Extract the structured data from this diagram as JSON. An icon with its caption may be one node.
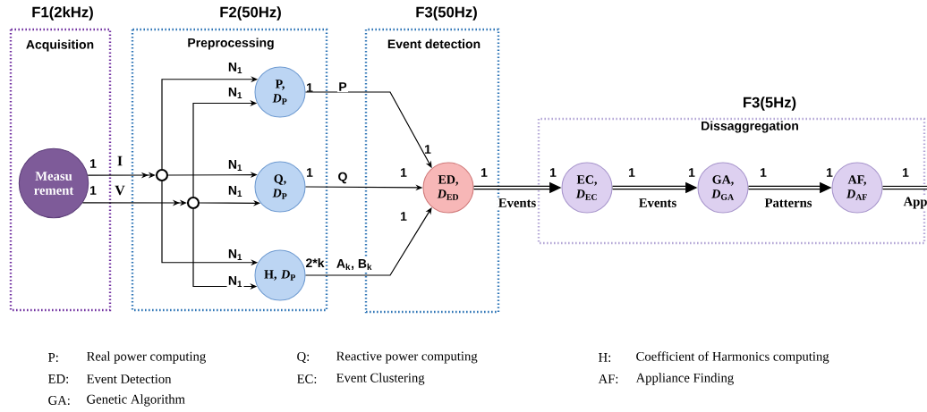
{
  "diagram": {
    "nodes": [
      {
        "text": [
          "F1(2kHz)",
          "Acquisition"
        ]
      },
      {
        "text": [
          "F2(50Hz)",
          "Preprocessing"
        ]
      },
      {
        "text": [
          "F3(50Hz)",
          "Event detection"
        ]
      },
      {
        "text": [
          "F3(5Hz)",
          "Dissaggregation"
        ]
      },
      {
        "text": [
          "Measu rement"
        ],
        "in": 0
      },
      {
        "text": [],
        "shape": "circle",
        "in": 1
      },
      {
        "text": [],
        "shape": "circle",
        "in": 1
      },
      {
        "text": [
          "P,",
          "*D*$_{P}$"
        ],
        "in": 1
      },
      {
        "text": [
          "Q,",
          "*D*$_{P}$"
        ],
        "in": 1
      },
      {
        "text": [
          "H, *D*$_{P}$"
        ],
        "in": 1
      },
      {
        "text": [
          "ED,",
          "*D*$_{ED}$"
        ],
        "in": 2
      },
      {
        "text": [
          "EC,",
          "*D*$_{EC}$"
        ],
        "in": 3
      },
      {
        "text": [
          "GA,",
          "*D*$_{GA}$"
        ],
        "in": 3
      },
      {
        "text": [
          "AF,",
          "*D*$_{AF}$"
        ],
        "in": 3
      }
    ],
    "edges": [
      {
        "from": 4,
        "to": 5,
        "arrow": "to",
        "label": "I"
      },
      {
        "from": 4,
        "to": 6,
        "arrow": "to",
        "label": "V"
      },
      {
        "from": 5,
        "to": 7,
        "arrow": "to",
        "label": "N$_{1}$"
      },
      {
        "from": 6,
        "to": 7,
        "arrow": "to",
        "label": "N$_{1}$"
      },
      {
        "from": 5,
        "to": 8,
        "arrow": "to",
        "label": "N$_{1}$"
      },
      {
        "from": 6,
        "to": 8,
        "arrow": "to",
        "label": "N$_{1}$"
      },
      {
        "from": 5,
        "to": 9,
        "arrow": "to",
        "label": "N$_{1}$"
      },
      {
        "from": 6,
        "to": 9,
        "arrow": "to",
        "label": "N$_{1}$"
      },
      {
        "from": 7,
        "to": 10,
        "arrow": "to",
        "label": "P"
      },
      {
        "from": 8,
        "to": 10,
        "arrow": "to",
        "label": "Q"
      },
      {
        "from": 9,
        "to": 10,
        "arrow": "to",
        "label": "A$_{k}$, B$_{k}$"
      },
      {
        "from": 10,
        "to": 11,
        "arrow": "to",
        "label": "Events",
        "style": "thick"
      },
      {
        "from": 11,
        "to": 12,
        "arrow": "to",
        "label": "Events",
        "style": "thick"
      },
      {
        "from": 12,
        "to": 13,
        "arrow": "to",
        "label": "Patterns",
        "style": "thick"
      },
      {
        "from": 13,
        "to": null,
        "arrow": "none",
        "label": "App",
        "style": "thick"
      }
    ],
    "labels": [
      "1",
      "1",
      "1",
      "1",
      "2*k",
      "1",
      "1",
      "1",
      "1",
      "1",
      "1",
      "1",
      "1",
      "1",
      "1",
      "P:",
      "Real power computing",
      "Q:",
      "Reactive power computing",
      "H:",
      "Coefficient of Harmonics computing",
      "ED:",
      "Event Detection",
      "EC:",
      "Event Clustering",
      "AF:",
      "Appliance Finding",
      "GA:",
      "Genetic Algorithm"
    ]
  }
}
